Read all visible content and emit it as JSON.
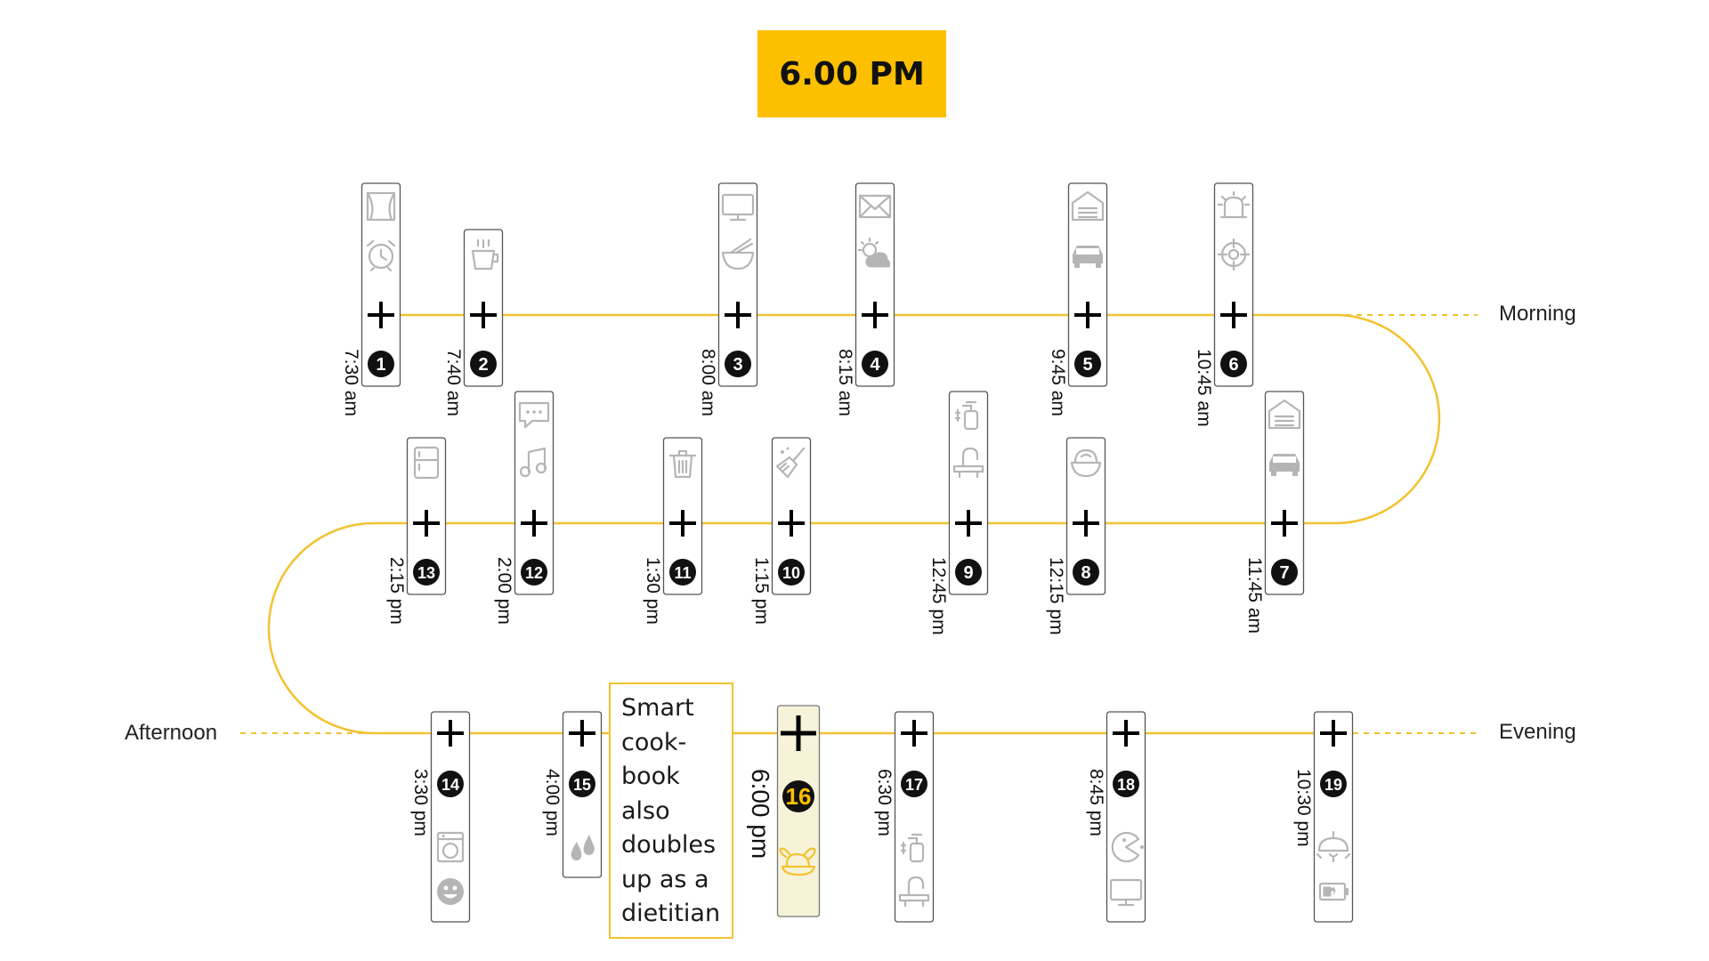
{
  "current_time": "6.00 PM",
  "sections": {
    "morning": "Morning",
    "afternoon": "Afternoon",
    "evening": "Evening"
  },
  "callout": {
    "text": "Smart cook-book also doubles up as a dietitian",
    "lines": [
      "Smart",
      "cook-",
      "book",
      "also",
      "doubles",
      "up as a",
      "dietitian"
    ]
  },
  "colors": {
    "accent": "#fdc000",
    "timeline": "#f2c230",
    "highlight_fill": "#f7f3d9",
    "icon_grey": "#b5b5b5",
    "badge": "#111111"
  },
  "stops": [
    {
      "num": "1",
      "time": "7:30 am",
      "icons": [
        "curtains-icon",
        "alarm-clock-icon"
      ]
    },
    {
      "num": "2",
      "time": "7:40 am",
      "icons": [
        "coffee-maker-icon"
      ]
    },
    {
      "num": "3",
      "time": "8:00 am",
      "icons": [
        "monitor-icon",
        "noodle-bowl-icon"
      ]
    },
    {
      "num": "4",
      "time": "8:15 am",
      "icons": [
        "mail-icon",
        "weather-icon"
      ]
    },
    {
      "num": "5",
      "time": "9:45 am",
      "icons": [
        "garage-icon",
        "car-icon"
      ]
    },
    {
      "num": "6",
      "time": "10:45 am",
      "icons": [
        "alarm-siren-icon",
        "target-icon"
      ]
    },
    {
      "num": "7",
      "time": "11:45 am",
      "icons": [
        "garage-icon",
        "car-icon"
      ]
    },
    {
      "num": "8",
      "time": "12:15 pm",
      "icons": [
        "food-bowl-icon"
      ]
    },
    {
      "num": "9",
      "time": "12:45 pm",
      "icons": [
        "soap-dispenser-icon",
        "sink-icon"
      ]
    },
    {
      "num": "10",
      "time": "1:15 pm",
      "icons": [
        "broom-icon"
      ]
    },
    {
      "num": "11",
      "time": "1:30 pm",
      "icons": [
        "trash-can-icon"
      ]
    },
    {
      "num": "12",
      "time": "2:00 pm",
      "icons": [
        "chat-bubble-icon",
        "music-note-icon"
      ]
    },
    {
      "num": "13",
      "time": "2:15 pm",
      "icons": [
        "refrigerator-icon"
      ]
    },
    {
      "num": "14",
      "time": "3:30 pm",
      "icons": [
        "washing-machine-icon",
        "smiley-icon"
      ]
    },
    {
      "num": "15",
      "time": "4:00 pm",
      "icons": [
        "water-drops-icon"
      ]
    },
    {
      "num": "16",
      "time": "6:00 pm",
      "icons": [
        "roast-chicken-icon"
      ],
      "highlight": true
    },
    {
      "num": "17",
      "time": "6:30 pm",
      "icons": [
        "soap-dispenser-icon",
        "sink-icon"
      ]
    },
    {
      "num": "18",
      "time": "8:45 pm",
      "icons": [
        "pacman-icon",
        "monitor-icon"
      ]
    },
    {
      "num": "19",
      "time": "10:30 pm",
      "icons": [
        "ceiling-lamp-icon",
        "battery-icon"
      ]
    }
  ]
}
